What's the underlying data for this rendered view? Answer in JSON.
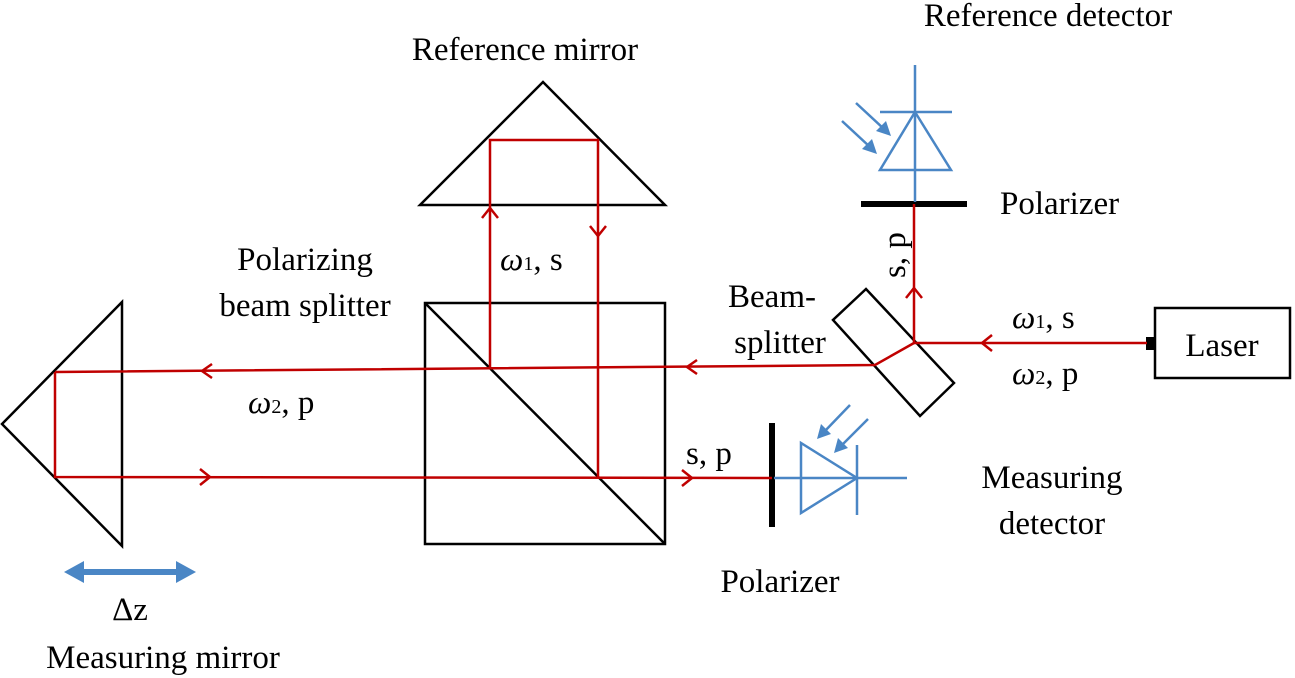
{
  "labels": {
    "reference_detector": "Reference detector",
    "reference_mirror": "Reference mirror",
    "polarizer_top": "Polarizer",
    "polarizing_bs_line1": "Polarizing",
    "polarizing_bs_line2": "beam splitter",
    "beamsplitter_line1": "Beam-",
    "beamsplitter_line2": "splitter",
    "laser": "Laser",
    "measuring_detector_line1": "Measuring",
    "measuring_detector_line2": "detector",
    "polarizer_bottom": "Polarizer",
    "delta_z": "Δz",
    "measuring_mirror": "Measuring mirror"
  },
  "beam_labels": {
    "omega": "ω",
    "omega1_sub": "1",
    "omega2_sub": "2",
    "ref_arm_suffix": ", s",
    "meas_arm_suffix": ", p",
    "laser_top_suffix": ", s",
    "laser_bottom_suffix": ", p",
    "ref_detector_pol": "s, p",
    "meas_detector_pol": "s, p"
  },
  "colors": {
    "beam": "#c00000",
    "detector": "#4a86c5",
    "optics": "#000000"
  }
}
